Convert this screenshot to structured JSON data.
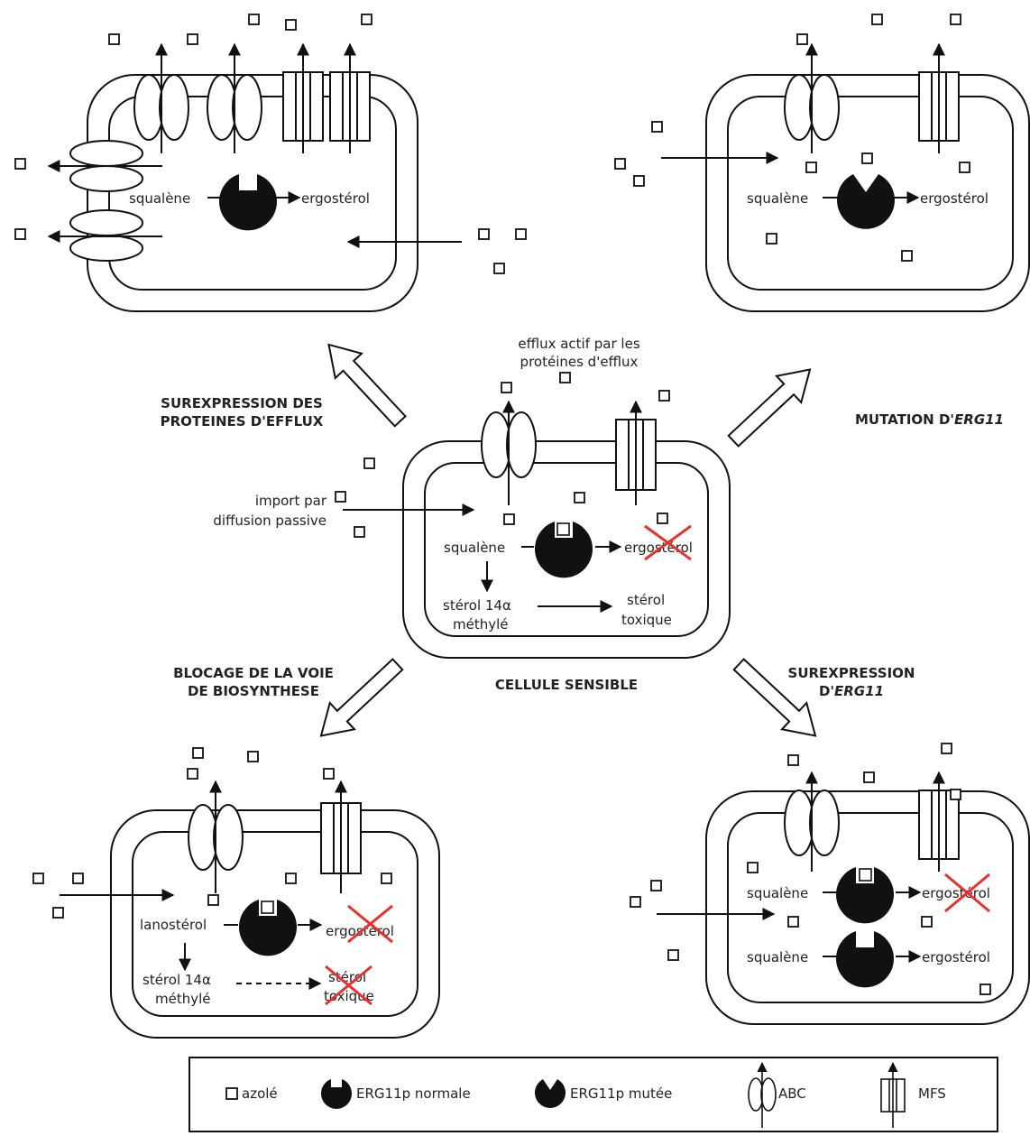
{
  "labels": {
    "squalene": "squalène",
    "ergosterol": "ergostérol",
    "lanosterol": "lanostérol",
    "sterol_methyl_1": "stérol 14α",
    "sterol_methyl_2": "méthylé",
    "sterol_toxic_1": "stérol",
    "sterol_toxic_2": "toxique",
    "efflux_1": "efflux actif par les",
    "efflux_2": "protéines d'efflux",
    "import_1": "import par",
    "import_2": "diffusion passive"
  },
  "headings": {
    "efflux_line1": "SUREXPRESSION DES",
    "efflux_line2": "PROTEINES D'EFFLUX",
    "mutation_prefix": "MUTATION D'",
    "mutation_gene": "ERG11",
    "blocage_line1": "BLOCAGE DE LA VOIE",
    "blocage_line2": "DE BIOSYNTHESE",
    "sensible": "CELLULE SENSIBLE",
    "surexp_line1": "SUREXPRESSION",
    "surexp_prefix": "D'",
    "surexp_gene": "ERG11"
  },
  "legend": {
    "azole": "azolé",
    "erg_normal": "ERG11p normale",
    "erg_mutated": "ERG11p mutée",
    "abc": "ABC",
    "mfs": "MFS"
  },
  "colors": {
    "line": "#111111",
    "cross": "#e8312a"
  }
}
